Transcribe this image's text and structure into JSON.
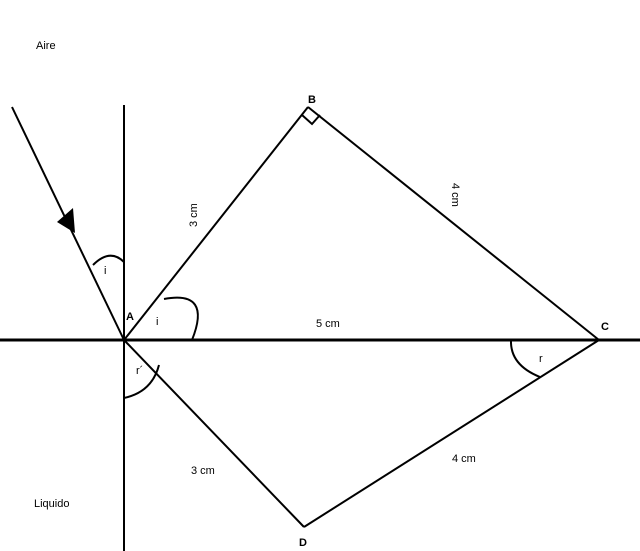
{
  "media": {
    "top_label": "Aire",
    "bottom_label": "Liquido"
  },
  "points": {
    "A": "A",
    "B": "B",
    "C": "C",
    "D": "D"
  },
  "sides": {
    "AB": "3 cm",
    "BC": "4 cm",
    "AC": "5 cm",
    "AD": "3 cm",
    "DC": "4 cm"
  },
  "angles": {
    "incidence_normal": "i",
    "incidence_triangle": "i",
    "refraction_normal": "r´",
    "refraction_triangle": "r"
  }
}
